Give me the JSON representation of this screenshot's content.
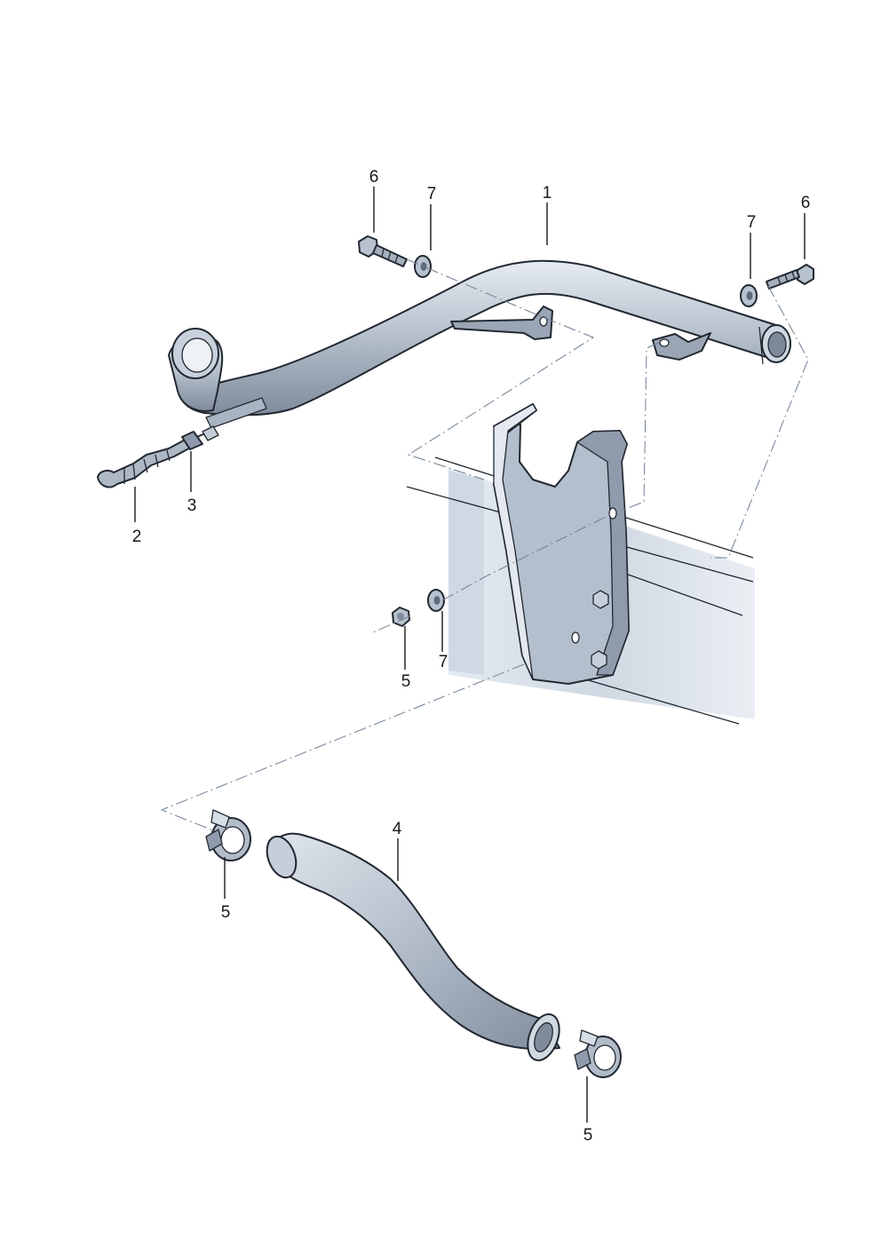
{
  "diagram": {
    "callouts": [
      {
        "id": "c1",
        "label": "1"
      },
      {
        "id": "c2",
        "label": "2"
      },
      {
        "id": "c3",
        "label": "3"
      },
      {
        "id": "c4",
        "label": "4"
      },
      {
        "id": "c5a",
        "label": "5"
      },
      {
        "id": "c5b",
        "label": "5"
      },
      {
        "id": "c5c",
        "label": "5"
      },
      {
        "id": "c6a",
        "label": "6"
      },
      {
        "id": "c6b",
        "label": "6"
      },
      {
        "id": "c7a",
        "label": "7"
      },
      {
        "id": "c7b",
        "label": "7"
      },
      {
        "id": "c7c",
        "label": "7"
      }
    ]
  },
  "colors": {
    "part_fill": "#b8c2cf",
    "part_shade": "#8d99aa",
    "part_light": "#dde3ea",
    "body_shade": "#c9d3df",
    "outline": "#222831",
    "dash_line": "#6f7f93"
  }
}
